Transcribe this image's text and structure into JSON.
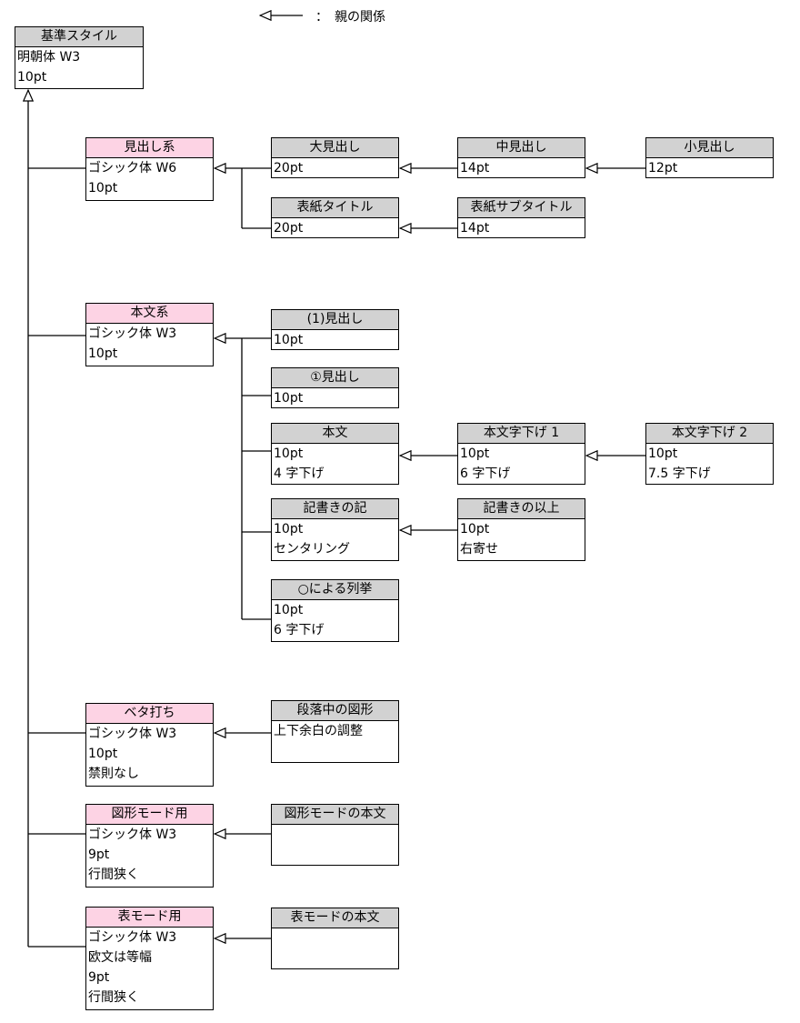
{
  "legend": {
    "text": "：　親の関係"
  },
  "boxes": {
    "kijun": {
      "title": "基準スタイル",
      "lines": [
        "明朝体 W3",
        "10pt"
      ]
    },
    "midashikei": {
      "title": "見出し系",
      "lines": [
        "ゴシック体 W6",
        "10pt"
      ]
    },
    "oomidashi": {
      "title": "大見出し",
      "lines": [
        "20pt"
      ]
    },
    "nakamidashi": {
      "title": "中見出し",
      "lines": [
        "14pt"
      ]
    },
    "komidashi": {
      "title": "小見出し",
      "lines": [
        "12pt"
      ]
    },
    "hyoshi_title": {
      "title": "表紙タイトル",
      "lines": [
        "20pt"
      ]
    },
    "hyoshi_subtitle": {
      "title": "表紙サブタイトル",
      "lines": [
        "14pt"
      ]
    },
    "honbunkei": {
      "title": "本文系",
      "lines": [
        "ゴシック体 W3",
        "10pt"
      ]
    },
    "paren_midashi": {
      "title": "(1)見出し",
      "lines": [
        "10pt"
      ]
    },
    "circle_midashi": {
      "title": "①見出し",
      "lines": [
        "10pt"
      ]
    },
    "honbun": {
      "title": "本文",
      "lines": [
        "10pt",
        "4 字下げ"
      ]
    },
    "honbun_sage1": {
      "title": "本文字下げ 1",
      "lines": [
        "10pt",
        "6 字下げ"
      ]
    },
    "honbun_sage2": {
      "title": "本文字下げ 2",
      "lines": [
        "10pt",
        "7.5 字下げ"
      ]
    },
    "kigaki_ki": {
      "title": "記書きの記",
      "lines": [
        "10pt",
        "センタリング"
      ]
    },
    "kigaki_ijo": {
      "title": "記書きの以上",
      "lines": [
        "10pt",
        "右寄せ"
      ]
    },
    "maru_rekkyo": {
      "title": "○による列挙",
      "lines": [
        "10pt",
        "6 字下げ"
      ]
    },
    "betauchi": {
      "title": "ベタ打ち",
      "lines": [
        "ゴシック体 W3",
        "10pt",
        "禁則なし"
      ]
    },
    "danraku_zukei": {
      "title": "段落中の図形",
      "lines": [
        "上下余白の調整"
      ]
    },
    "zukei_mode": {
      "title": "図形モード用",
      "lines": [
        "ゴシック体 W3",
        "9pt",
        "行間狭く"
      ]
    },
    "zukei_honbun": {
      "title": "図形モードの本文",
      "lines": []
    },
    "hyo_mode": {
      "title": "表モード用",
      "lines": [
        "ゴシック体 W3",
        "欧文は等幅",
        "9pt",
        "行間狭く"
      ]
    },
    "hyo_honbun": {
      "title": "表モードの本文",
      "lines": []
    }
  }
}
